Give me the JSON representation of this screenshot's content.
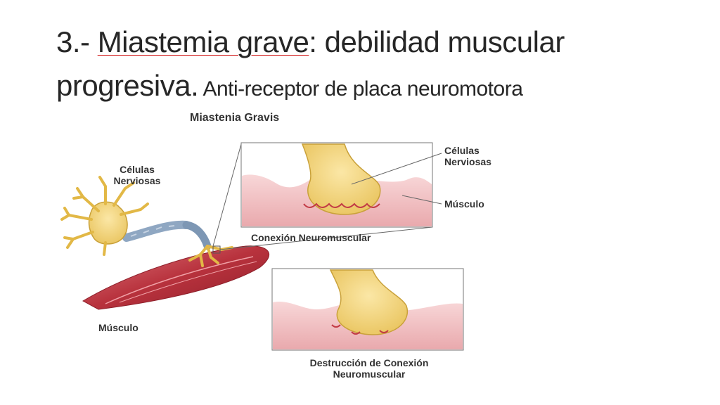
{
  "slide": {
    "title_part1": "3.- ",
    "title_part2": "Miastemia  grave",
    "title_part3": ": debilidad muscular",
    "title_part4": "progresiva.",
    "title_part5": " Anti-receptor de placa neuromotora"
  },
  "figure": {
    "heading": "Miastenia Gravis",
    "label_cells_left_line1": "Células",
    "label_cells_left_line2": "Nerviosas",
    "label_muscle_left": "Músculo",
    "label_cells_right_line1": "Células",
    "label_cells_right_line2": "Nerviosas",
    "label_muscle_right": "Músculo",
    "label_connection": "Conexión Neuromuscular",
    "label_destruction_line1": "Destrucción de Conexión",
    "label_destruction_line2": "Neuromuscular",
    "colors": {
      "muscle": "#c23a45",
      "muscle_light": "#f3c7c9",
      "nerve": "#f2d27a",
      "nerve_outline": "#c9a13a",
      "myelin": "#8fa7c2",
      "text": "#333333"
    }
  }
}
